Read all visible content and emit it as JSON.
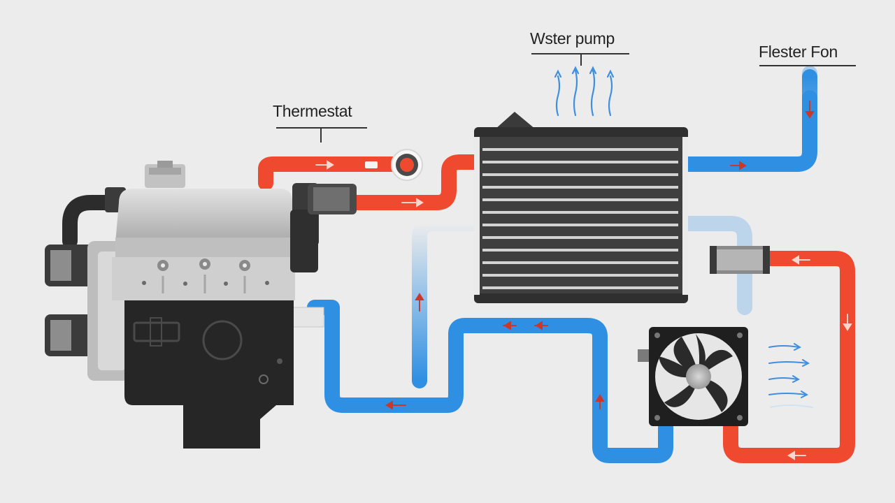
{
  "labels": {
    "thermostat": "Thermestat",
    "water_pump": "Wster pump",
    "heater_fan": "Flester Fon"
  },
  "colors": {
    "hot_coolant": "#ef4a2f",
    "cold_coolant": "#2f8fe3",
    "radiator_body": "#3a3a3a",
    "engine_block": "#2b2b2b",
    "engine_head": "#c9c9c9",
    "background": "#ececec"
  },
  "icons": [
    "engine-icon",
    "radiator-icon",
    "fan-icon",
    "thermostat-icon",
    "flow-arrow-icon"
  ]
}
